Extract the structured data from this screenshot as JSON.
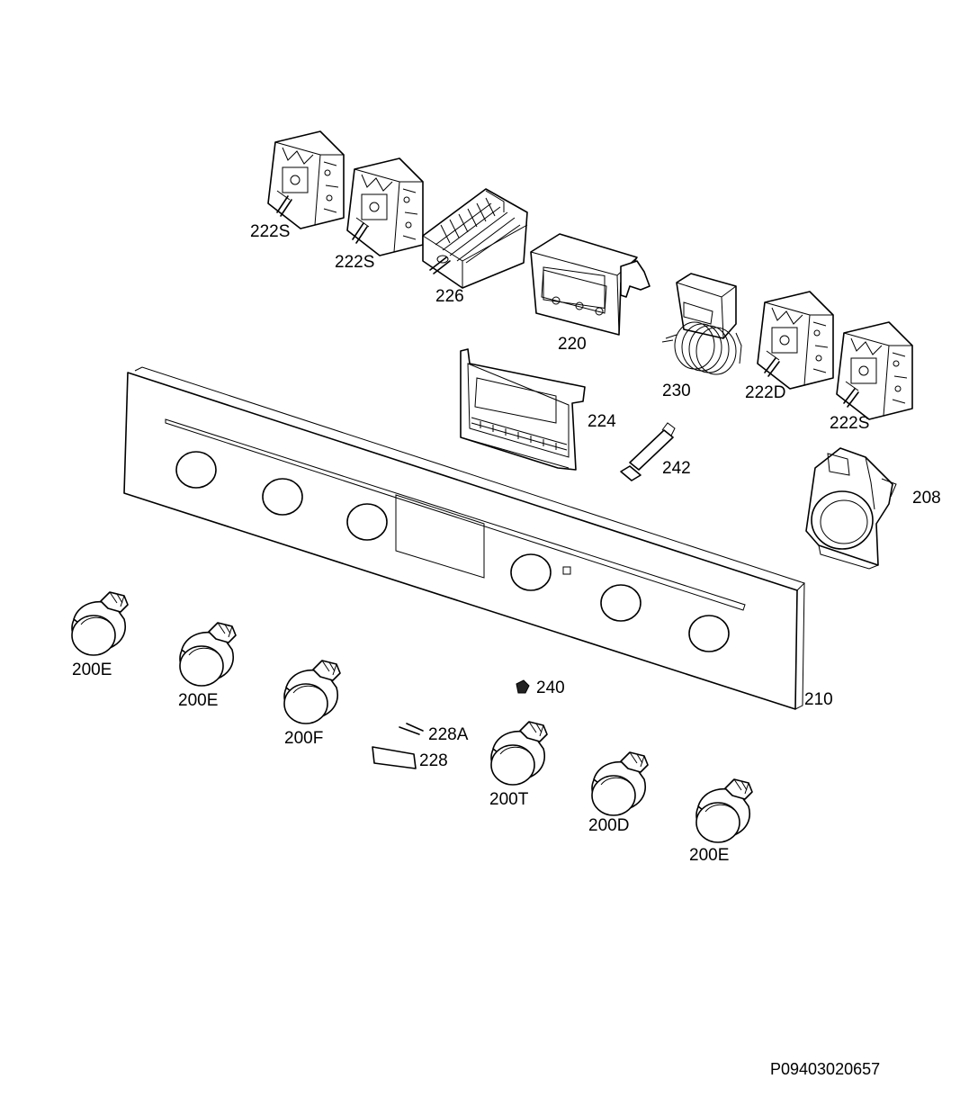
{
  "diagram": {
    "reference_code": "P09403020657",
    "labels": {
      "sw_1": "222S",
      "sw_2": "222S",
      "sw_3": "226",
      "display": "220",
      "thermostat": "230",
      "sw_4": "222D",
      "sw_5": "222S",
      "bracket": "224",
      "clip": "242",
      "fan": "208",
      "panel": "210",
      "pin": "228A",
      "badge": "228",
      "push": "240",
      "knob_1": "200E",
      "knob_2": "200E",
      "knob_3": "200F",
      "knob_4": "200T",
      "knob_5": "200D",
      "knob_6": "200E"
    }
  }
}
